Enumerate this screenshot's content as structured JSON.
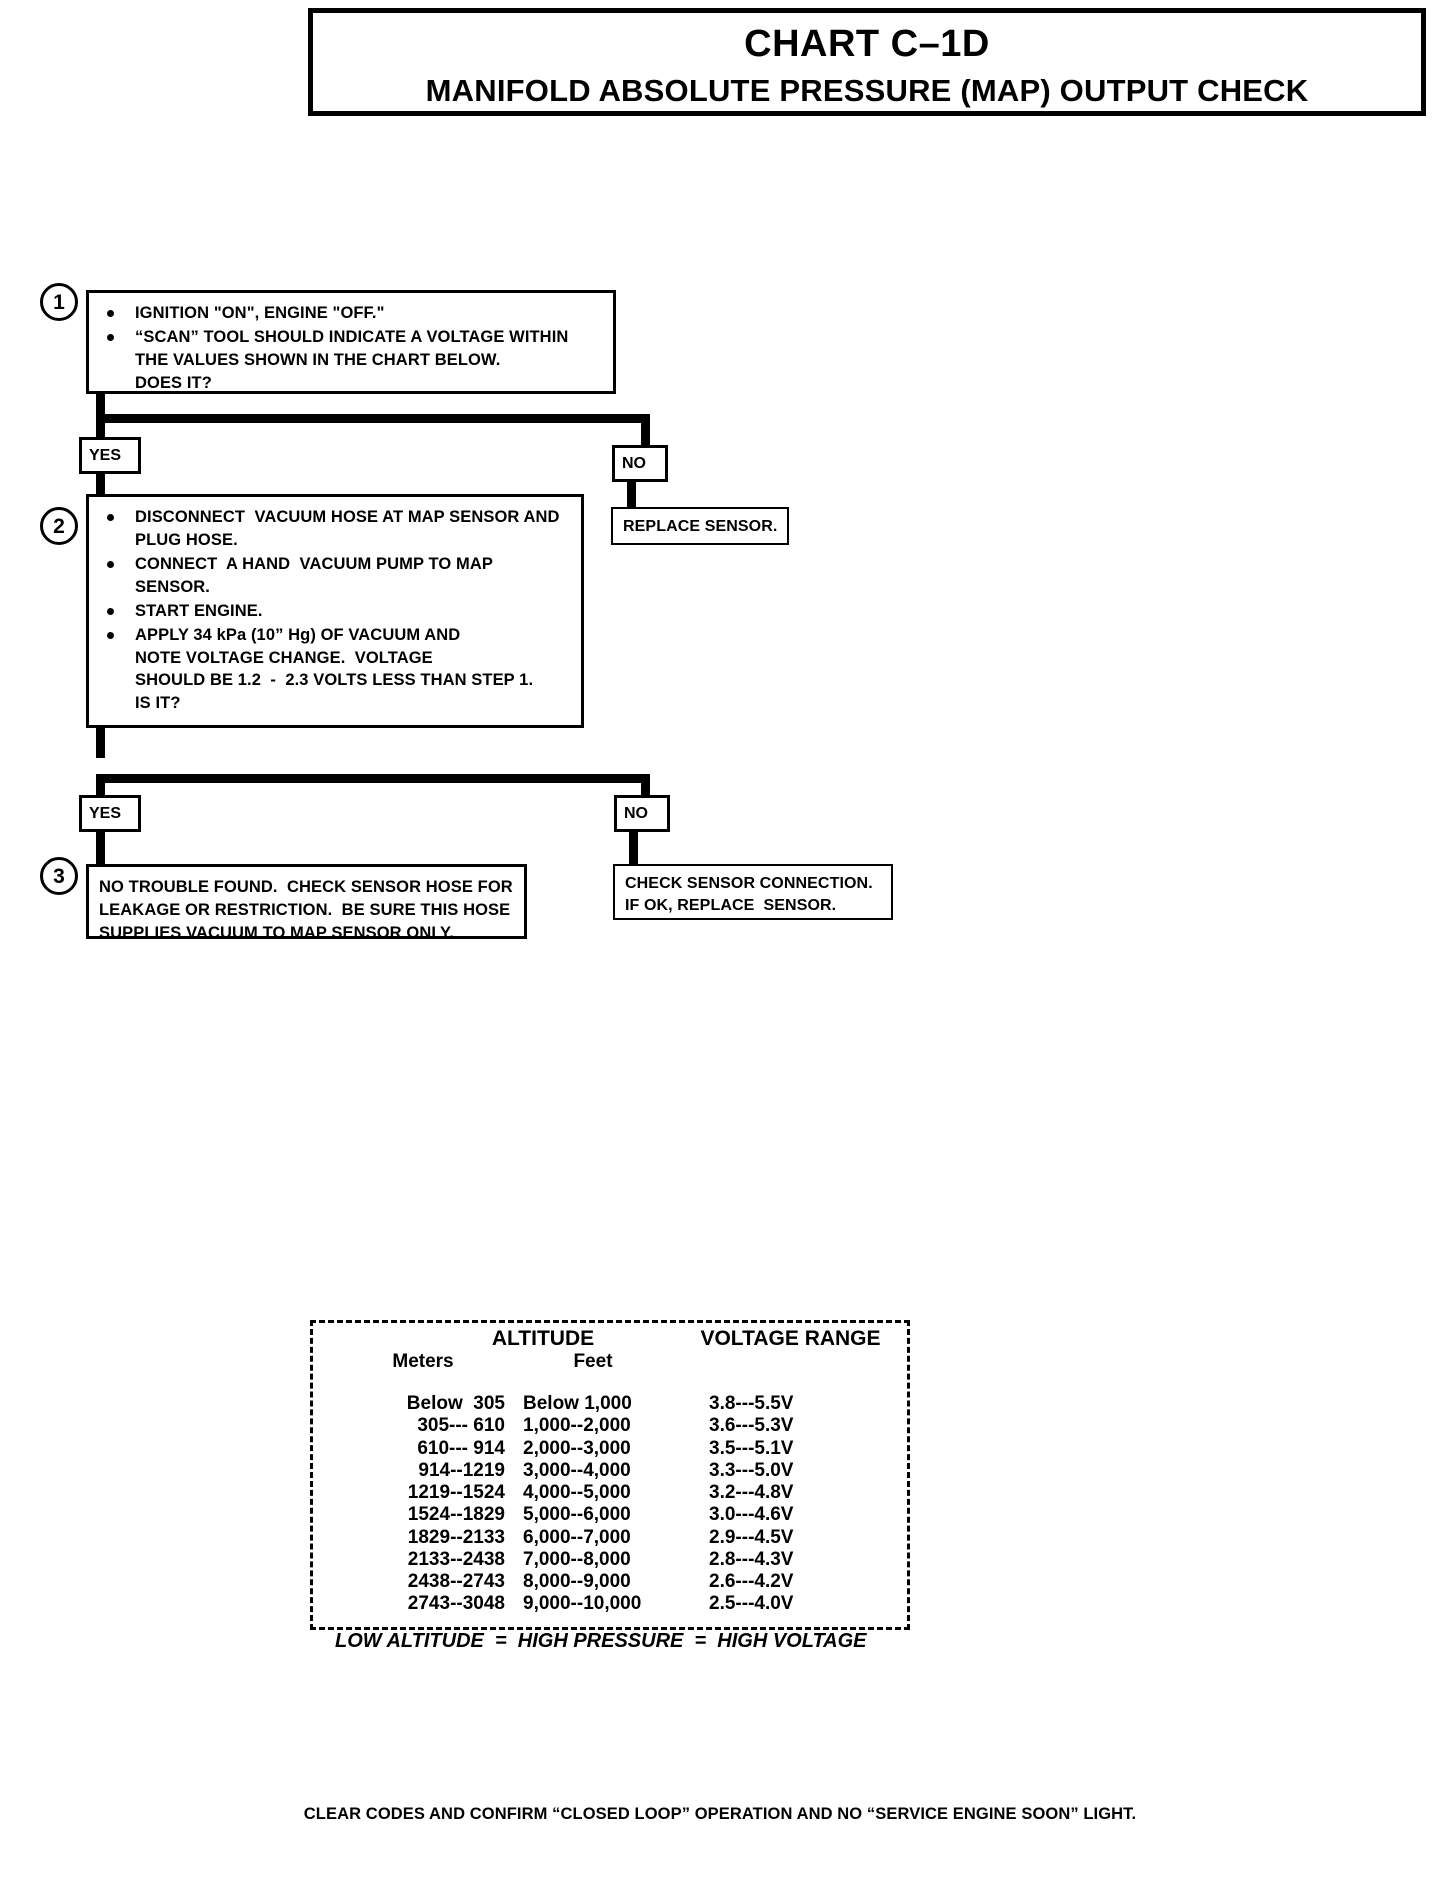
{
  "header": {
    "title": "CHART C–1D",
    "subtitle": "MANIFOLD ABSOLUTE PRESSURE (MAP) OUTPUT CHECK"
  },
  "steps": {
    "one": {
      "number": "1",
      "bullets": [
        [
          "IGNITION \"ON\", ENGINE \"OFF.\""
        ],
        [
          "“SCAN” TOOL SHOULD INDICATE A VOLTAGE WITHIN",
          "THE VALUES SHOWN IN THE CHART BELOW.",
          "DOES IT?"
        ]
      ]
    },
    "two": {
      "number": "2",
      "bullets": [
        [
          "DISCONNECT  VACUUM HOSE AT MAP SENSOR AND",
          "PLUG HOSE."
        ],
        [
          "CONNECT  A HAND  VACUUM PUMP TO MAP",
          "SENSOR."
        ],
        [
          "START ENGINE."
        ],
        [
          "APPLY 34 kPa (10” Hg) OF VACUUM AND",
          "NOTE VOLTAGE CHANGE.  VOLTAGE",
          "SHOULD BE 1.2  -  2.3 VOLTS LESS THAN STEP 1.",
          "IS IT?"
        ]
      ]
    },
    "three": {
      "number": "3",
      "lines": [
        "NO TROUBLE FOUND.  CHECK SENSOR HOSE FOR",
        "LEAKAGE OR RESTRICTION.  BE SURE THIS HOSE",
        "SUPPLIES VACUUM TO MAP SENSOR ONLY."
      ]
    }
  },
  "branches": {
    "yes1": "YES",
    "no1": "NO",
    "yes2": "YES",
    "no2": "NO"
  },
  "outcomes": {
    "replace_sensor": [
      "REPLACE SENSOR."
    ],
    "check_connection": [
      "CHECK SENSOR CONNECTION.",
      "IF OK, REPLACE  SENSOR."
    ]
  },
  "chart_data": {
    "type": "table",
    "title": "ALTITUDE / VOLTAGE RANGE",
    "headers": {
      "group_left": "ALTITUDE",
      "group_right": "VOLTAGE RANGE",
      "meters": "Meters",
      "feet": "Feet"
    },
    "columns": [
      "Meters",
      "Feet",
      "Voltage Range"
    ],
    "rows": [
      [
        "Below  305",
        "Below 1,000",
        "3.8---5.5V"
      ],
      [
        "305--- 610",
        "1,000--2,000",
        "3.6---5.3V"
      ],
      [
        "610--- 914",
        "2,000--3,000",
        "3.5---5.1V"
      ],
      [
        "914--1219",
        "3,000--4,000",
        "3.3---5.0V"
      ],
      [
        "1219--1524",
        "4,000--5,000",
        "3.2---4.8V"
      ],
      [
        "1524--1829",
        "5,000--6,000",
        "3.0---4.6V"
      ],
      [
        "1829--2133",
        "6,000--7,000",
        "2.9---4.5V"
      ],
      [
        "2133--2438",
        "7,000--8,000",
        "2.8---4.3V"
      ],
      [
        "2438--2743",
        "8,000--9,000",
        "2.6---4.2V"
      ],
      [
        "2743--3048",
        "9,000--10,000",
        "2.5---4.0V"
      ]
    ],
    "footnote": "LOW ALTITUDE  =  HIGH PRESSURE  =  HIGH VOLTAGE"
  },
  "footer": {
    "note": "CLEAR CODES AND CONFIRM “CLOSED LOOP” OPERATION AND NO “SERVICE ENGINE SOON” LIGHT."
  }
}
